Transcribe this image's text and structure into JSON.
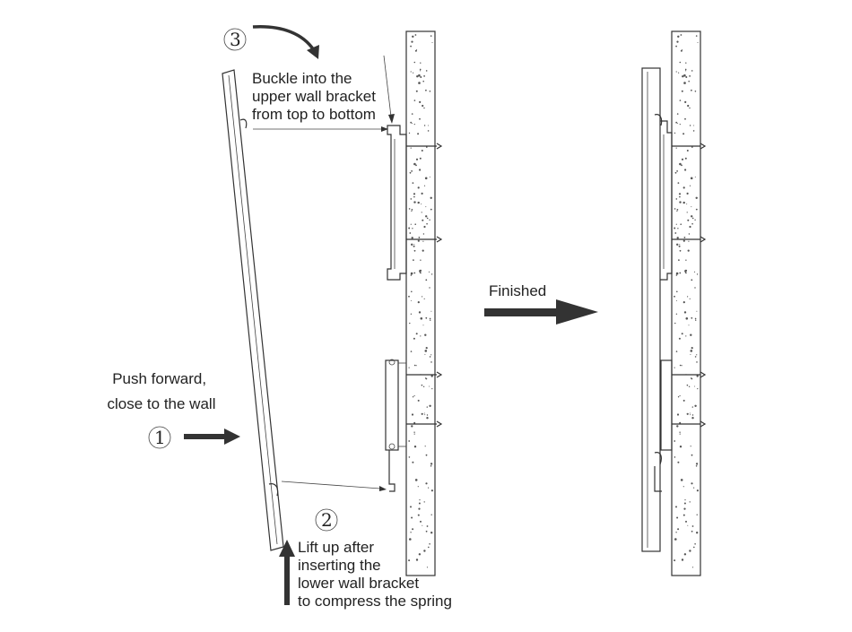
{
  "steps": {
    "step1": {
      "number": "①",
      "label_lines": [
        "Push forward,",
        "close to the wall"
      ]
    },
    "step2": {
      "number": "②",
      "label_lines": [
        "Lift up after",
        "inserting the",
        "lower wall bracket",
        "to compress the spring"
      ]
    },
    "step3": {
      "number": "③",
      "label_lines": [
        "Buckle into the",
        "upper wall bracket",
        "from top to bottom"
      ]
    }
  },
  "finished_label": "Finished",
  "colors": {
    "line": "#333333",
    "arrow": "#333333",
    "background": "#ffffff"
  }
}
